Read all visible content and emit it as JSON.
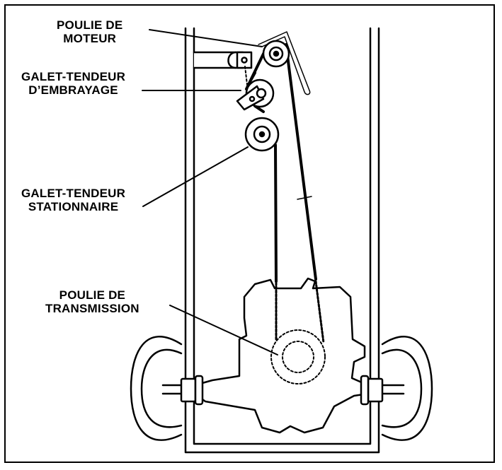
{
  "labels": {
    "engine_pulley": {
      "line1": "POULIE DE",
      "line2": "MOTEUR"
    },
    "clutch_idler": {
      "line1": "GALET-TENDEUR",
      "line2": "D’EMBRAYAGE"
    },
    "stationary_idler": {
      "line1": "GALET-TENDEUR",
      "line2": "STATIONNAIRE"
    },
    "transmission_pulley": {
      "line1": "POULIE DE",
      "line2": "TRANSMISSION"
    }
  },
  "colors": {
    "ink": "#000000",
    "paper": "#ffffff"
  }
}
